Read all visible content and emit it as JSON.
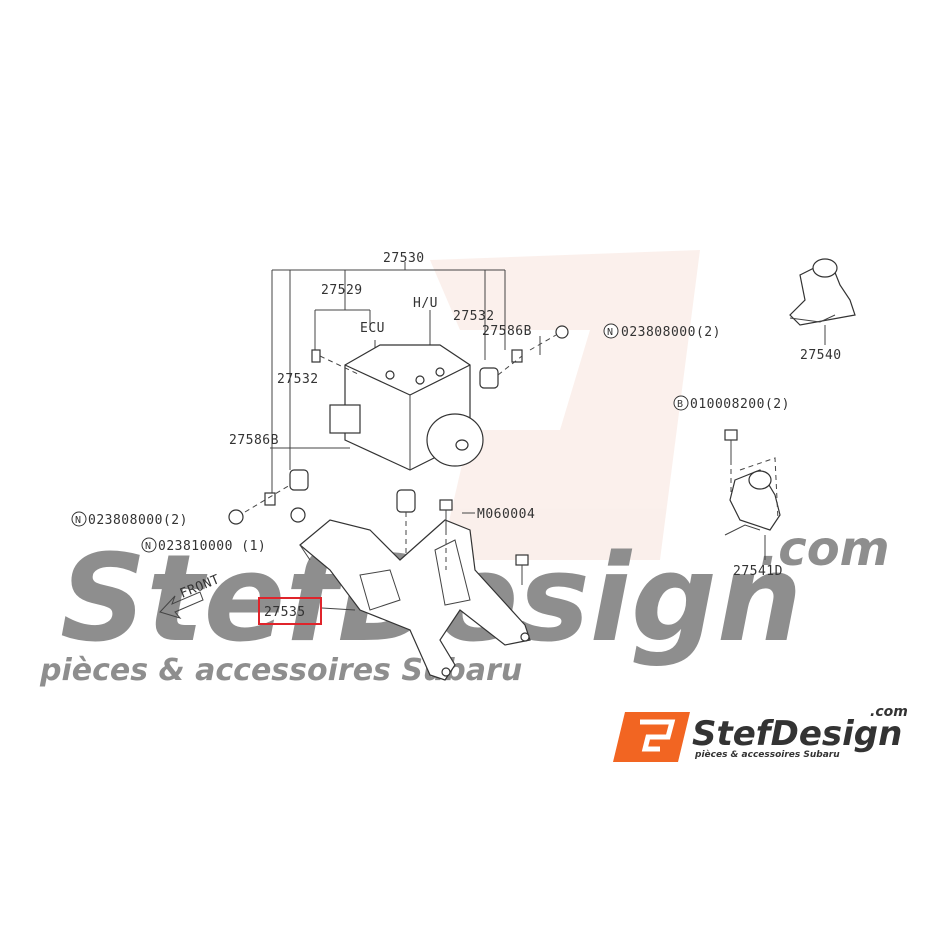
{
  "labels": {
    "assembly": "27530",
    "ecu_part": "27529",
    "ecu": "ECU",
    "hu": "H/U",
    "grommet_r": "27532",
    "grommet_l": "27532",
    "stud_r": "27586B",
    "stud_l": "27586B",
    "nut_r": "023808000(2)",
    "nut_l": "023808000(2)",
    "washer": "023810000 (1)",
    "bolt_m": "M060004",
    "bolt_b": "010008200(2)",
    "sensor_top": "27540",
    "sensor_bottom": "27541D",
    "bracket": "27535",
    "front": "FRONT"
  },
  "markers": {
    "n": "N",
    "b": "B"
  },
  "watermark": {
    "brand": "StefDesign",
    "tagline": "pièces & accessoires Subaru",
    "domain": ".com"
  },
  "logo": {
    "brand": "StefDesign",
    "domain": ".com",
    "tagline": "pièces & accessoires Subaru"
  },
  "colors": {
    "highlight": "#e0242b",
    "brand_orange": "#f26522",
    "watermark": "#f3dcd6"
  }
}
